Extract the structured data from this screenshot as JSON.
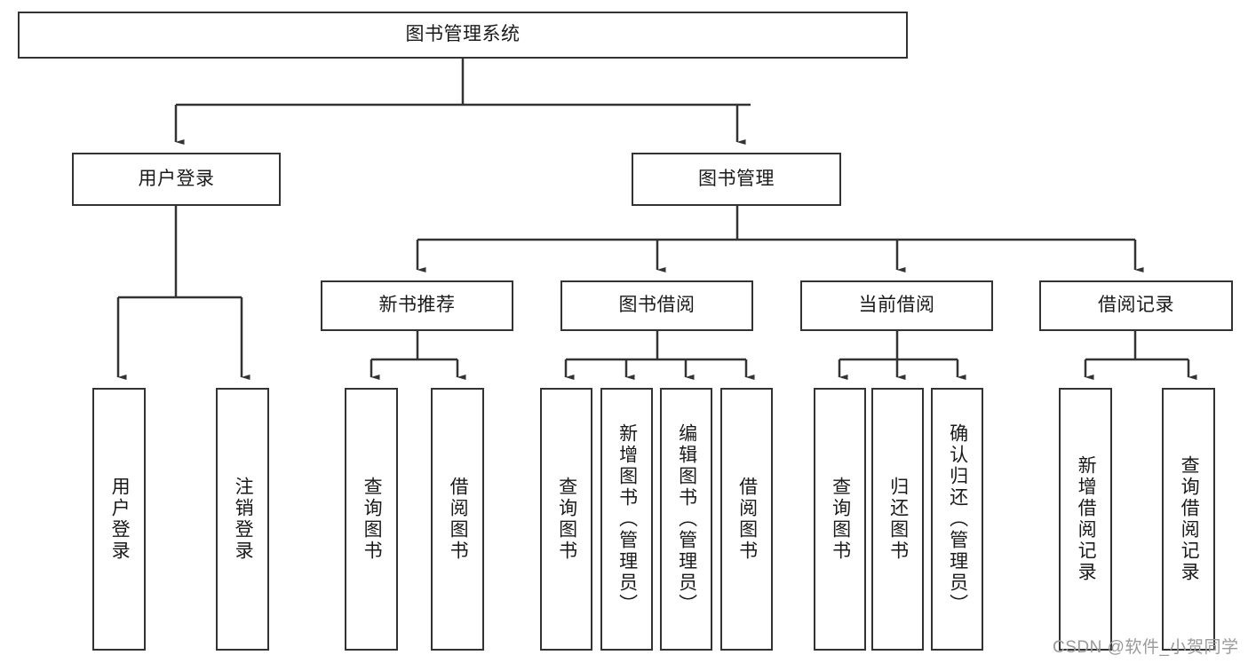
{
  "diagram": {
    "type": "tree-hierarchy",
    "title": "图书管理系统",
    "root": {
      "id": "root",
      "label": "图书管理系统",
      "orientation": "horizontal"
    },
    "level2": [
      {
        "id": "user-login",
        "label": "用户登录",
        "orientation": "horizontal"
      },
      {
        "id": "book-management",
        "label": "图书管理",
        "orientation": "horizontal"
      }
    ],
    "level3": [
      {
        "id": "new-book-recommend",
        "label": "新书推荐",
        "orientation": "horizontal",
        "parent": "book-management"
      },
      {
        "id": "book-borrow",
        "label": "图书借阅",
        "orientation": "horizontal",
        "parent": "book-management"
      },
      {
        "id": "current-borrow",
        "label": "当前借阅",
        "orientation": "horizontal",
        "parent": "book-management"
      },
      {
        "id": "borrow-record",
        "label": "借阅记录",
        "orientation": "horizontal",
        "parent": "book-management"
      }
    ],
    "leaves": [
      {
        "id": "leaf-user-login",
        "label": "用户登录",
        "orientation": "vertical",
        "parent": "user-login"
      },
      {
        "id": "leaf-logout-login",
        "label": "注销登录",
        "orientation": "vertical",
        "parent": "user-login"
      },
      {
        "id": "leaf-query-book-1",
        "label": "查询图书",
        "orientation": "vertical",
        "parent": "new-book-recommend"
      },
      {
        "id": "leaf-borrow-book-1",
        "label": "借阅图书",
        "orientation": "vertical",
        "parent": "new-book-recommend"
      },
      {
        "id": "leaf-query-book-2",
        "label": "查询图书",
        "orientation": "vertical",
        "parent": "book-borrow"
      },
      {
        "id": "leaf-add-book",
        "label": "新增图书（管理员）",
        "orientation": "vertical",
        "parent": "book-borrow"
      },
      {
        "id": "leaf-edit-book",
        "label": "编辑图书（管理员）",
        "orientation": "vertical",
        "parent": "book-borrow"
      },
      {
        "id": "leaf-borrow-book-2",
        "label": "借阅图书",
        "orientation": "vertical",
        "parent": "book-borrow"
      },
      {
        "id": "leaf-query-book-3",
        "label": "查询图书",
        "orientation": "vertical",
        "parent": "current-borrow"
      },
      {
        "id": "leaf-return-book",
        "label": "归还图书",
        "orientation": "vertical",
        "parent": "current-borrow"
      },
      {
        "id": "leaf-confirm-return",
        "label": "确认归还（管理员）",
        "orientation": "vertical",
        "parent": "current-borrow"
      },
      {
        "id": "leaf-add-record",
        "label": "新增借阅记录",
        "orientation": "vertical",
        "parent": "borrow-record"
      },
      {
        "id": "leaf-query-record",
        "label": "查询借阅记录",
        "orientation": "vertical",
        "parent": "borrow-record"
      }
    ],
    "watermark": "CSDN @软件_小贺同学",
    "colors": {
      "stroke": "#333333",
      "text": "#1a1a1a",
      "background": "#ffffff",
      "watermark": "#9a9a9a"
    }
  }
}
